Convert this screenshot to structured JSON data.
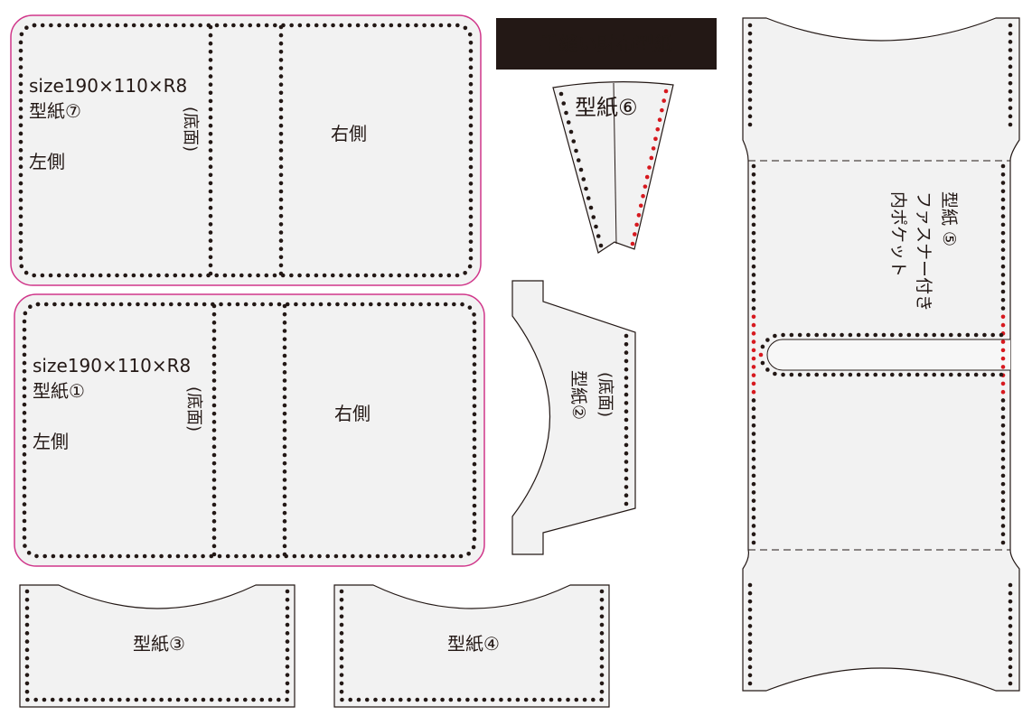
{
  "title": "手縫い財布型紙",
  "colors": {
    "stitch": "#231815",
    "stitch_alt": "#d7191f",
    "outline_accent": "#d0368a",
    "fill": "#f2f2f2",
    "title_bg": "#231815"
  },
  "pieces": {
    "p7": {
      "size": "size190×110×R8",
      "name": "型紙⑦",
      "left": "左側",
      "bottom": "(底面)",
      "right": "右側"
    },
    "p1": {
      "size": "size190×110×R8",
      "name": "型紙①",
      "left": "左側",
      "bottom": "(底面)",
      "right": "右側"
    },
    "p3": {
      "name": "型紙③"
    },
    "p4": {
      "name": "型紙④"
    },
    "p6": {
      "name": "型紙⑥"
    },
    "p2": {
      "name": "型紙②",
      "bottom": "(底面)"
    },
    "p5": {
      "name": "型紙 ⑤",
      "line2": "ファスナー付き",
      "line3": "内ポケット"
    }
  }
}
